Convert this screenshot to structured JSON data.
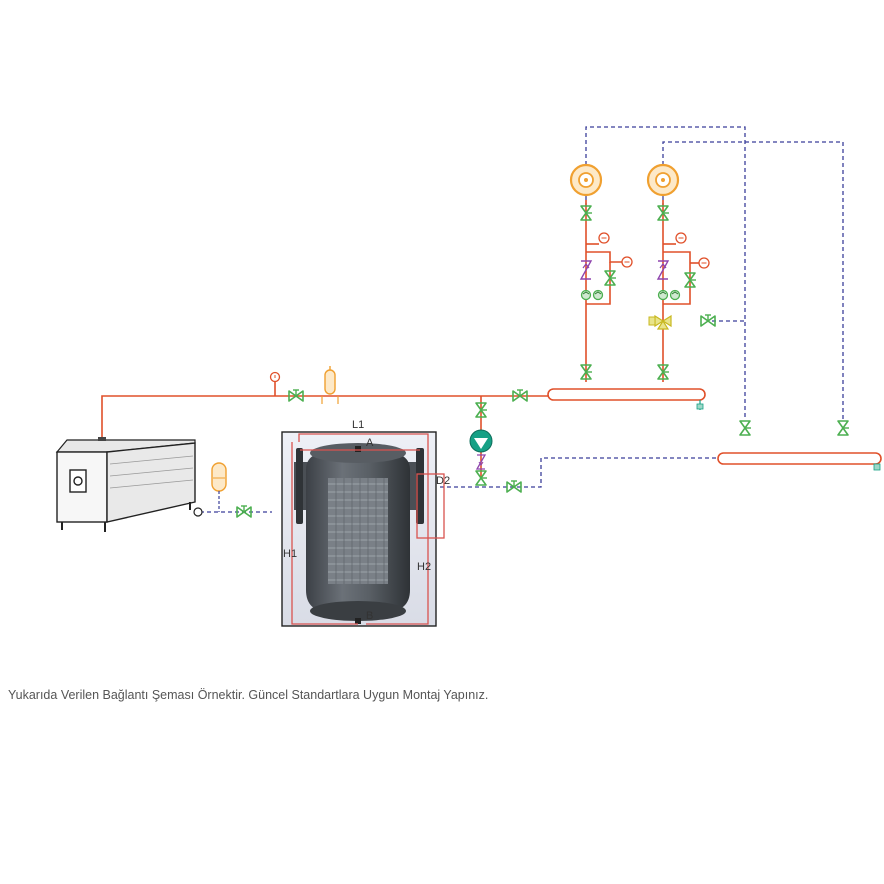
{
  "labels": {
    "L1": "L1",
    "A": "A",
    "B": "B",
    "D2": "D2",
    "H1": "H1",
    "H2": "H2"
  },
  "caption": "Yukarıda Verilen Bağlantı Şeması Örnektir. Güncel Standartlara Uygun Montaj Yapınız.",
  "colors": {
    "supply_line": "#e0502a",
    "return_line": "#3b3f9a",
    "valve": "#4caf50",
    "pump": "#16a085",
    "emitter": "#f5a623",
    "check_valve": "#8e44ad",
    "three_way_valve": "#c8b820",
    "separator_body": "#555a60",
    "dimension": "#d9534f"
  },
  "icons": [
    "boiler-icon",
    "expansion-tank-icon",
    "air-vent-icon",
    "pump-icon",
    "gate-valve-icon",
    "check-valve-icon",
    "three-way-valve-icon",
    "thermometer-icon",
    "radiator-icon",
    "separator-icon"
  ]
}
